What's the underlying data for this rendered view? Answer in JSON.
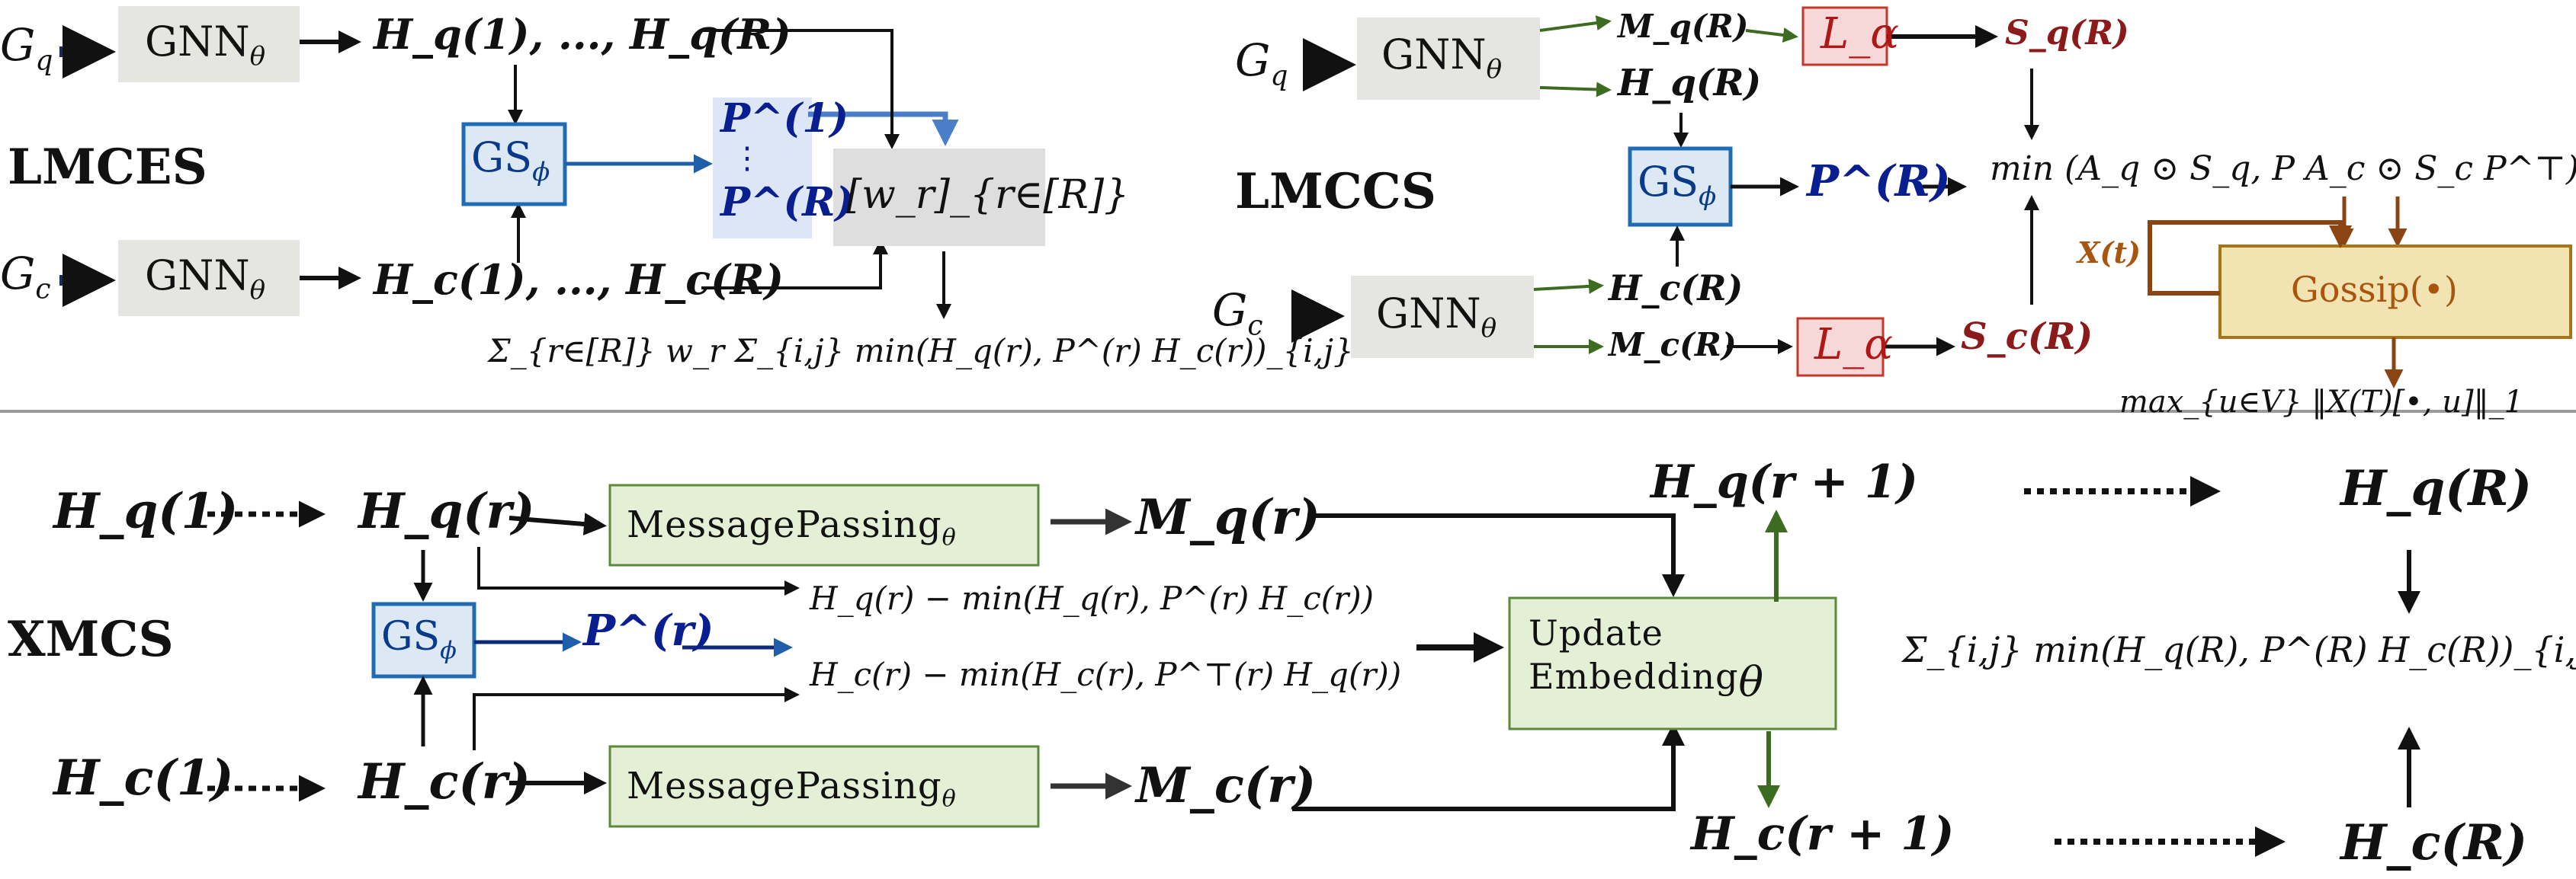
{
  "colors": {
    "gnn_fill": "#e5e6e1",
    "gs_fill": "#dce8f4",
    "gs_border": "#1f6cb5",
    "perm_fill": "#dde6f7",
    "wr_fill": "#dedede",
    "l_alpha_fill": "#f7d8d8",
    "l_alpha_border": "#c0392b",
    "gossip_fill": "#f2e3b3",
    "gossip_border": "#a8741a",
    "mp_fill": "#e3f0d6",
    "mp_border": "#5b8a3a",
    "green_arrow": "#3d6b22",
    "blue_arrow": "#1f5ea8",
    "dark_blue_text": "#0a1f8f",
    "red_text": "#8b1a1a",
    "orange_text": "#a8560e",
    "divider": "#9a9a9a"
  },
  "lmces": {
    "title": "LMCES",
    "gq": "G",
    "gq_sub": "q",
    "gc": "G",
    "gc_sub": "c",
    "gnn_label": "GNN",
    "gnn_sub": "θ",
    "hq_seq": "H_q(1), ..., H_q(R)",
    "hc_seq": "H_c(1), ..., H_c(R)",
    "gs_label": "GS",
    "gs_sub": "ϕ",
    "p_top": "P^(1)",
    "p_dots": "⋮",
    "p_bottom": "P^(R)",
    "wr_label": "[w_r]_{r∈[R]}",
    "objective": "Σ_{r∈[R]} w_r Σ_{i,j} min(H_q(r), P^(r) H_c(r))_{i,j}"
  },
  "lmccs": {
    "title": "LMCCS",
    "gq": "G",
    "gq_sub": "q",
    "gc": "G",
    "gc_sub": "c",
    "gnn_label": "GNN",
    "gnn_sub": "θ",
    "mq": "M_q(R)",
    "hq": "H_q(R)",
    "hc": "H_c(R)",
    "mc": "M_c(R)",
    "l_alpha": "L_α",
    "sq": "S_q(R)",
    "sc": "S_c(R)",
    "gs_label": "GS",
    "gs_sub": "ϕ",
    "p_r": "P^(R)",
    "min_expr": "min (A_q ⊙ S_q, P A_c ⊙ S_c P^⊤)",
    "xt": "X(t)",
    "gossip": "Gossip(•)",
    "max_expr": "max_{u∈V} ‖X(T)[•, u]‖_1"
  },
  "xmcs": {
    "title": "XMCS",
    "hq1": "H_q(1)",
    "hqr": "H_q(r)",
    "hc1": "H_c(1)",
    "hcr": "H_c(r)",
    "mp_label": "MessagePassing",
    "mp_sub": "θ",
    "mqr": "M_q(r)",
    "mcr": "M_c(r)",
    "gs_label": "GS",
    "gs_sub": "ϕ",
    "p_r": "P^(r)",
    "expr_q": "H_q(r) − min(H_q(r), P^(r) H_c(r))",
    "expr_c": "H_c(r) − min(H_c(r), P^⊤(r) H_q(r))",
    "update_l1": "Update",
    "update_l2": "Embedding",
    "update_sub": "θ",
    "hq_next": "H_q(r + 1)",
    "hc_next": "H_c(r + 1)",
    "hqR": "H_q(R)",
    "hcR": "H_c(R)",
    "final_expr": "Σ_{i,j} min(H_q(R), P^(R) H_c(R))_{i,j}."
  }
}
